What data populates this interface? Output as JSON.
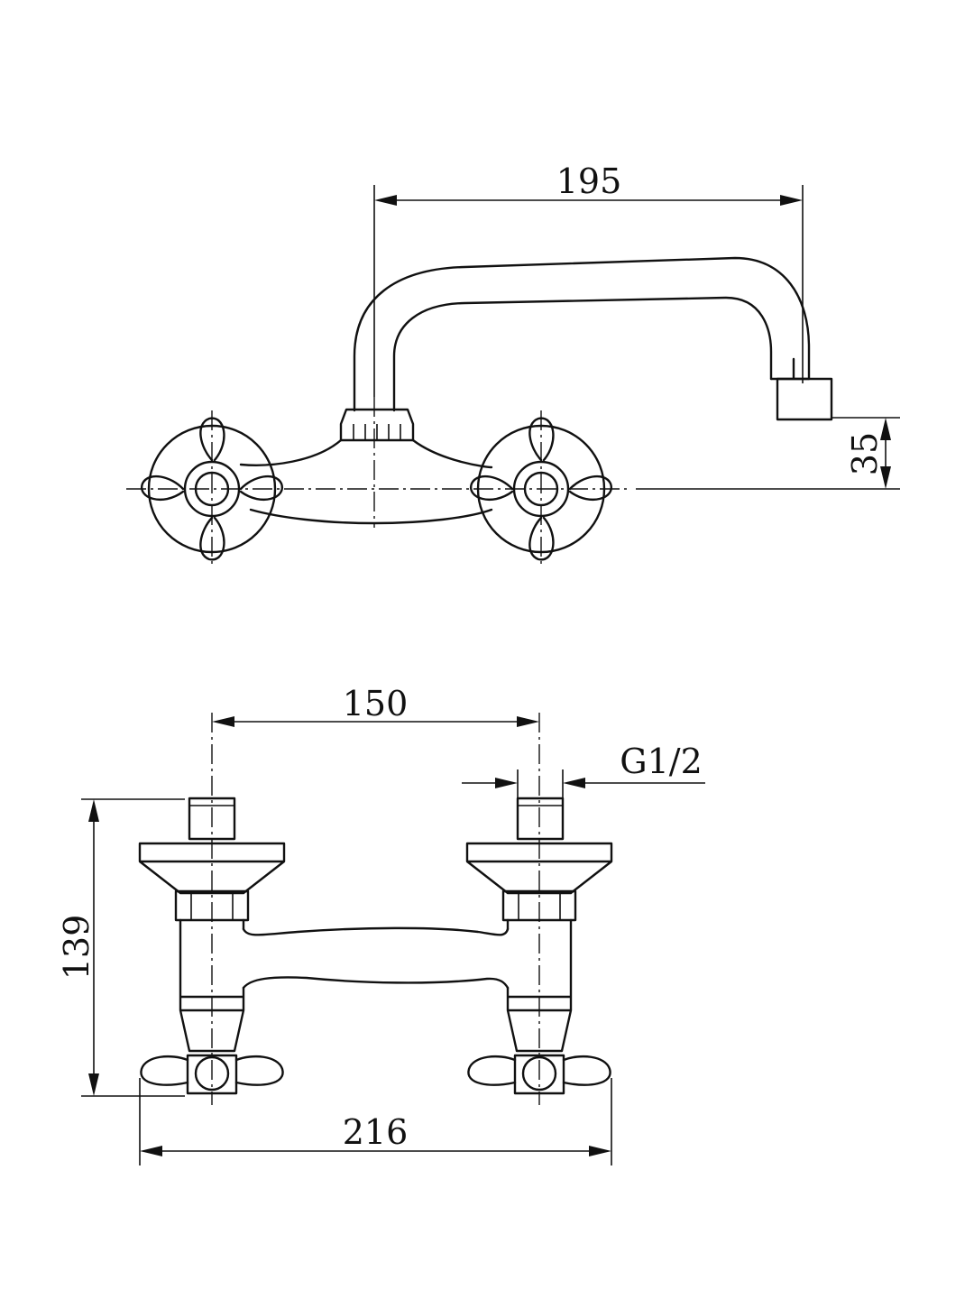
{
  "dimensions": {
    "spout_reach": "195",
    "spout_height": "35",
    "center_distance": "150",
    "thread_size": "G1/2",
    "total_height": "139",
    "total_width": "216"
  }
}
